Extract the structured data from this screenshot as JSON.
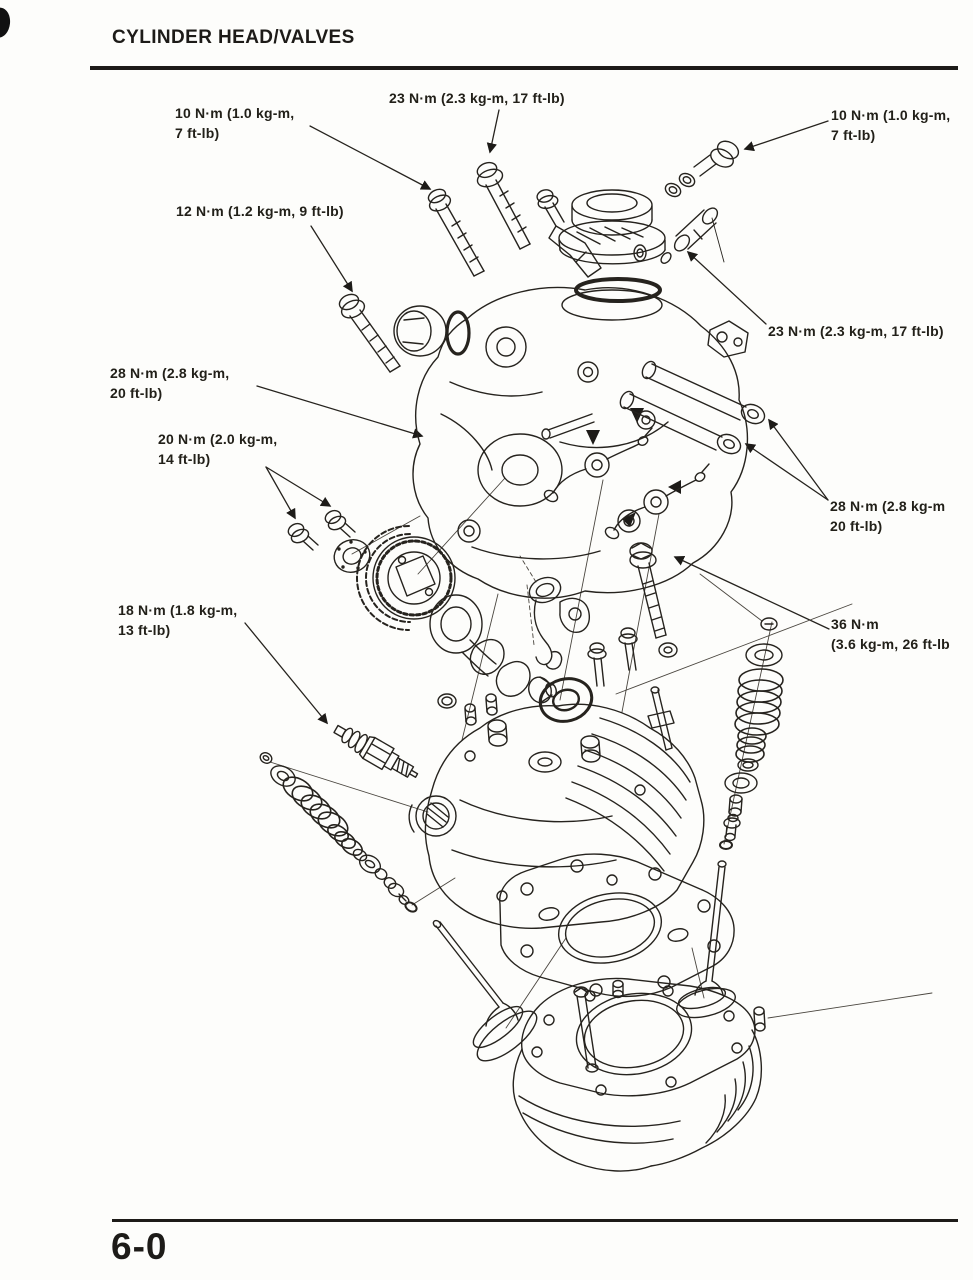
{
  "header": {
    "title": "CYLINDER HEAD/VALVES"
  },
  "footer": {
    "page_number": "6-0"
  },
  "colors": {
    "ink": "#1d1b18",
    "paper": "#fdfdfb"
  },
  "diagram": {
    "description": "Exploded view of cylinder head and valves with tightening torque callouts",
    "torque_labels": [
      {
        "id": "10nm-top-left",
        "text": "10 N·m (1.0 kg-m,\n7 ft-lb)"
      },
      {
        "id": "23nm-top",
        "text": "23 N·m (2.3 kg-m, 17 ft-lb)"
      },
      {
        "id": "10nm-top-right",
        "text": "10 N·m (1.0 kg-m,\n7 ft-lb)"
      },
      {
        "id": "12nm-left",
        "text": "12 N·m (1.2 kg-m, 9 ft-lb)"
      },
      {
        "id": "23nm-right",
        "text": "23 N·m (2.3 kg-m, 17 ft-lb)"
      },
      {
        "id": "28nm-left",
        "text": "28 N·m (2.8 kg-m,\n20 ft-lb)"
      },
      {
        "id": "20nm-left",
        "text": "20 N·m (2.0 kg-m,\n14 ft-lb)"
      },
      {
        "id": "28nm-right",
        "text": "28 N·m (2.8 kg-m\n20 ft-lb)"
      },
      {
        "id": "18nm-left",
        "text": "18 N·m (1.8 kg-m,\n13 ft-lb)"
      },
      {
        "id": "36nm-right",
        "text": "36 N·m\n(3.6 kg-m, 26 ft-lb"
      }
    ]
  }
}
